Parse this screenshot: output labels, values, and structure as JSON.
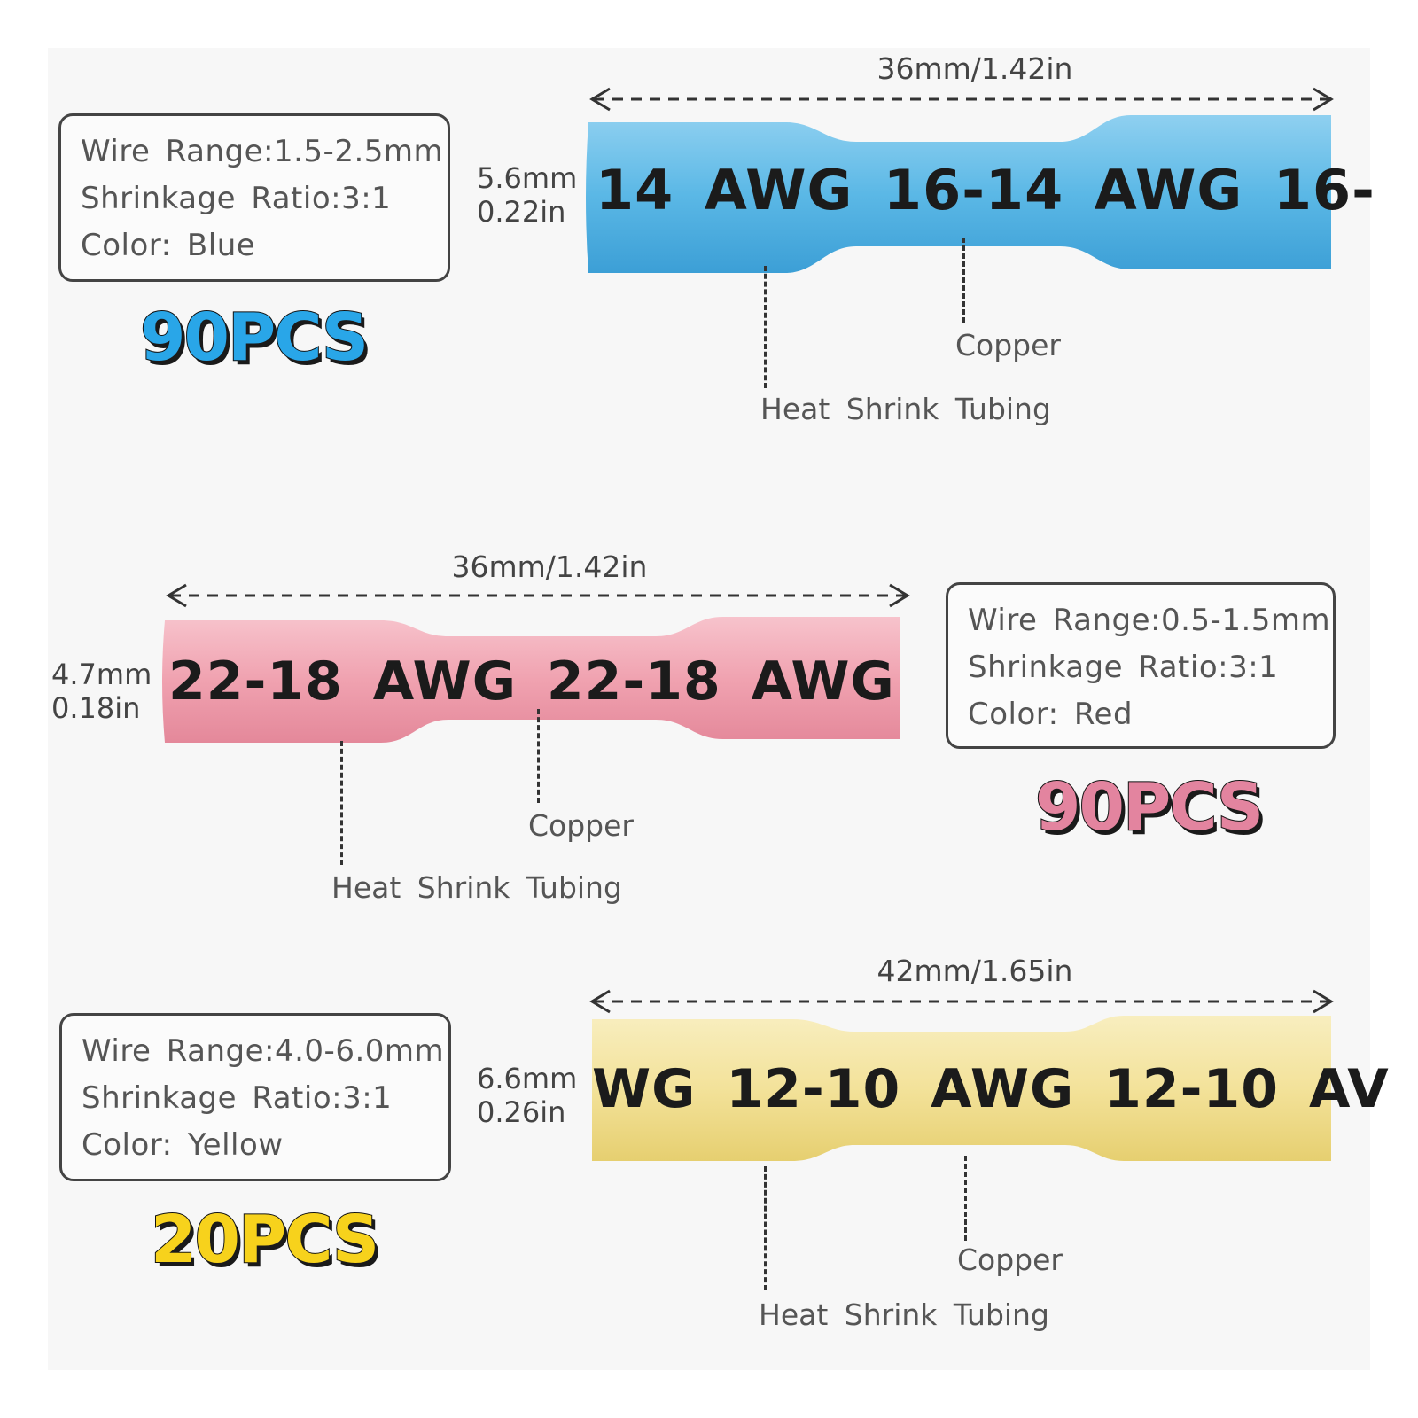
{
  "connectors": [
    {
      "color_name": "blue",
      "specs": {
        "wire_range": "Wire Range:1.5-2.5mm",
        "shrinkage": "Shrinkage Ratio:3:1",
        "color": "Color: Blue"
      },
      "quantity": "90PCS",
      "quantity_color": "#29a6e8",
      "length": "36mm/1.42in",
      "diameter_mm": "5.6mm",
      "diameter_in": "0.22in",
      "tube_marking": "14 AWG 16-14 AWG 16-",
      "tube_color": "#5bb8e6",
      "tube_color_dark": "#3c9fd6",
      "label_copper": "Copper",
      "label_tubing": "Heat Shrink Tubing"
    },
    {
      "color_name": "red",
      "specs": {
        "wire_range": "Wire Range:0.5-1.5mm",
        "shrinkage": "Shrinkage Ratio:3:1",
        "color": "Color: Red"
      },
      "quantity": "90PCS",
      "quantity_color": "#e3849f",
      "length": "36mm/1.42in",
      "diameter_mm": "4.7mm",
      "diameter_in": "0.18in",
      "tube_marking": "22-18 AWG 22-18 AWG",
      "tube_color": "#f0a2b0",
      "tube_color_dark": "#e4889a",
      "label_copper": "Copper",
      "label_tubing": "Heat Shrink Tubing"
    },
    {
      "color_name": "yellow",
      "specs": {
        "wire_range": "Wire Range:4.0-6.0mm",
        "shrinkage": "Shrinkage Ratio:3:1",
        "color": "Color: Yellow"
      },
      "quantity": "20PCS",
      "quantity_color": "#f7d21c",
      "length": "42mm/1.65in",
      "diameter_mm": "6.6mm",
      "diameter_in": "0.26in",
      "tube_marking": "WG 12-10 AWG 12-10 AV",
      "tube_color": "#f3e29a",
      "tube_color_dark": "#e6cf70",
      "label_copper": "Copper",
      "label_tubing": "Heat Shrink Tubing"
    }
  ]
}
